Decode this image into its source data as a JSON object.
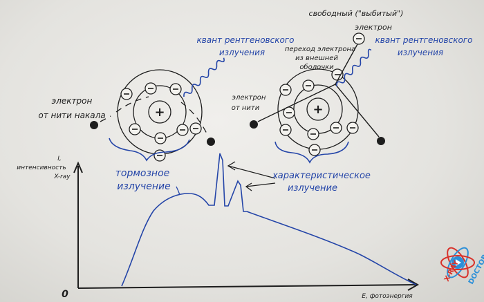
{
  "labels": {
    "free_electron": "свободный (\"выбитый\")",
    "free_electron_2": "электрон",
    "transition_1": "переход электрона",
    "transition_2": "из внешней",
    "transition_3": "оболочки",
    "quantum_left_1": "квант рентгеновского",
    "quantum_left_2": "излучения",
    "quantum_right_1": "квант рентгеновского",
    "quantum_right_2": "излучения",
    "electron_left_1": "электрон",
    "electron_left_2": "от нити накала",
    "electron_right_1": "электрон",
    "electron_right_2": "от нити",
    "brems_1": "тормозное",
    "brems_2": "излучение",
    "char_1": "характеристическое",
    "char_2": "излучение",
    "y_axis_1": "I,",
    "y_axis_2": "интенсивность",
    "y_axis_3": "X-ray",
    "x_axis": "E, фотоэнергия",
    "origin": "0",
    "nucleus": "+",
    "electron": "−",
    "logo_1": "X-RAY",
    "logo_2": "DOCTOR"
  },
  "colors": {
    "ink": "#1d1d1d",
    "blue_ink": "#2445a8",
    "logo_red": "#d8312a",
    "logo_blue": "#2a8fd8"
  }
}
